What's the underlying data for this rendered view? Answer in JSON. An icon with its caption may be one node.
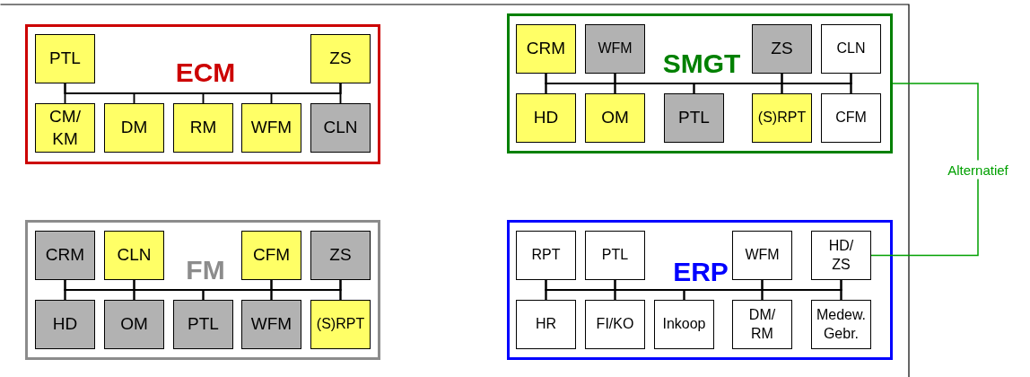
{
  "diagram": {
    "nodes": [
      {
        "text": [
          "ECM"
        ]
      },
      {
        "text": [
          "PTL"
        ],
        "in": 0
      },
      {
        "text": [
          "ZS"
        ],
        "in": 0
      },
      {
        "text": [
          "CM/ KM"
        ],
        "in": 0
      },
      {
        "text": [
          "DM"
        ],
        "in": 0
      },
      {
        "text": [
          "RM"
        ],
        "in": 0
      },
      {
        "text": [
          "WFM"
        ],
        "in": 0
      },
      {
        "text": [
          "CLN"
        ],
        "in": 0
      },
      {
        "text": [
          "SMGT"
        ]
      },
      {
        "text": [
          "CRM"
        ],
        "in": 8
      },
      {
        "text": [
          "WFM"
        ],
        "in": 8
      },
      {
        "text": [
          "ZS"
        ],
        "in": 8
      },
      {
        "text": [
          "CLN"
        ],
        "in": 8
      },
      {
        "text": [
          "HD"
        ],
        "in": 8
      },
      {
        "text": [
          "OM"
        ],
        "in": 8
      },
      {
        "text": [
          "PTL"
        ],
        "in": 8
      },
      {
        "text": [
          "(S)RPT"
        ],
        "in": 8
      },
      {
        "text": [
          "CFM"
        ],
        "in": 8
      },
      {
        "text": [
          "FM"
        ]
      },
      {
        "text": [
          "CRM"
        ],
        "in": 18
      },
      {
        "text": [
          "CLN"
        ],
        "in": 18
      },
      {
        "text": [
          "CFM"
        ],
        "in": 18
      },
      {
        "text": [
          "ZS"
        ],
        "in": 18
      },
      {
        "text": [
          "HD"
        ],
        "in": 18
      },
      {
        "text": [
          "OM"
        ],
        "in": 18
      },
      {
        "text": [
          "PTL"
        ],
        "in": 18
      },
      {
        "text": [
          "WFM"
        ],
        "in": 18
      },
      {
        "text": [
          "(S)RPT"
        ],
        "in": 18
      },
      {
        "text": [
          "ERP"
        ]
      },
      {
        "text": [
          "RPT"
        ],
        "in": 28
      },
      {
        "text": [
          "PTL"
        ],
        "in": 28
      },
      {
        "text": [
          "WFM"
        ],
        "in": 28
      },
      {
        "text": [
          "HD/ ZS"
        ],
        "in": 28
      },
      {
        "text": [
          "HR"
        ],
        "in": 28
      },
      {
        "text": [
          "FI/KO"
        ],
        "in": 28
      },
      {
        "text": [
          "Inkoop"
        ],
        "in": 28
      },
      {
        "text": [
          "DM/ RM"
        ],
        "in": 28
      },
      {
        "text": [
          "Medew. Gebr."
        ],
        "in": 28
      }
    ],
    "edges": [
      {
        "from": 1,
        "to": 3,
        "arrow": "none"
      },
      {
        "from": 1,
        "to": 4,
        "arrow": "none"
      },
      {
        "from": 1,
        "to": 5,
        "arrow": "none"
      },
      {
        "from": 1,
        "to": 6,
        "arrow": "none"
      },
      {
        "from": 1,
        "to": 7,
        "arrow": "none"
      },
      {
        "from": 2,
        "to": 3,
        "arrow": "none"
      },
      {
        "from": 2,
        "to": 4,
        "arrow": "none"
      },
      {
        "from": 2,
        "to": 5,
        "arrow": "none"
      },
      {
        "from": 2,
        "to": 6,
        "arrow": "none"
      },
      {
        "from": 2,
        "to": 7,
        "arrow": "none"
      },
      {
        "from": 9,
        "to": 13,
        "arrow": "none"
      },
      {
        "from": 9,
        "to": 14,
        "arrow": "none"
      },
      {
        "from": 9,
        "to": 15,
        "arrow": "none"
      },
      {
        "from": 9,
        "to": 16,
        "arrow": "none"
      },
      {
        "from": 9,
        "to": 17,
        "arrow": "none"
      },
      {
        "from": 10,
        "to": 13,
        "arrow": "none"
      },
      {
        "from": 10,
        "to": 14,
        "arrow": "none"
      },
      {
        "from": 10,
        "to": 15,
        "arrow": "none"
      },
      {
        "from": 10,
        "to": 16,
        "arrow": "none"
      },
      {
        "from": 10,
        "to": 17,
        "arrow": "none"
      },
      {
        "from": 11,
        "to": 13,
        "arrow": "none"
      },
      {
        "from": 11,
        "to": 14,
        "arrow": "none"
      },
      {
        "from": 11,
        "to": 15,
        "arrow": "none"
      },
      {
        "from": 11,
        "to": 16,
        "arrow": "none"
      },
      {
        "from": 11,
        "to": 17,
        "arrow": "none"
      },
      {
        "from": 12,
        "to": 13,
        "arrow": "none"
      },
      {
        "from": 12,
        "to": 14,
        "arrow": "none"
      },
      {
        "from": 12,
        "to": 15,
        "arrow": "none"
      },
      {
        "from": 12,
        "to": 16,
        "arrow": "none"
      },
      {
        "from": 12,
        "to": 17,
        "arrow": "none"
      },
      {
        "from": 19,
        "to": 23,
        "arrow": "none"
      },
      {
        "from": 19,
        "to": 24,
        "arrow": "none"
      },
      {
        "from": 19,
        "to": 25,
        "arrow": "none"
      },
      {
        "from": 19,
        "to": 26,
        "arrow": "none"
      },
      {
        "from": 19,
        "to": 27,
        "arrow": "none"
      },
      {
        "from": 20,
        "to": 23,
        "arrow": "none"
      },
      {
        "from": 20,
        "to": 24,
        "arrow": "none"
      },
      {
        "from": 20,
        "to": 25,
        "arrow": "none"
      },
      {
        "from": 20,
        "to": 26,
        "arrow": "none"
      },
      {
        "from": 20,
        "to": 27,
        "arrow": "none"
      },
      {
        "from": 21,
        "to": 23,
        "arrow": "none"
      },
      {
        "from": 21,
        "to": 24,
        "arrow": "none"
      },
      {
        "from": 21,
        "to": 25,
        "arrow": "none"
      },
      {
        "from": 21,
        "to": 26,
        "arrow": "none"
      },
      {
        "from": 21,
        "to": 27,
        "arrow": "none"
      },
      {
        "from": 22,
        "to": 23,
        "arrow": "none"
      },
      {
        "from": 22,
        "to": 24,
        "arrow": "none"
      },
      {
        "from": 22,
        "to": 25,
        "arrow": "none"
      },
      {
        "from": 22,
        "to": 26,
        "arrow": "none"
      },
      {
        "from": 22,
        "to": 27,
        "arrow": "none"
      },
      {
        "from": 29,
        "to": 33,
        "arrow": "none"
      },
      {
        "from": 29,
        "to": 34,
        "arrow": "none"
      },
      {
        "from": 29,
        "to": 35,
        "arrow": "none"
      },
      {
        "from": 29,
        "to": 36,
        "arrow": "none"
      },
      {
        "from": 29,
        "to": 37,
        "arrow": "none"
      },
      {
        "from": 30,
        "to": 33,
        "arrow": "none"
      },
      {
        "from": 30,
        "to": 34,
        "arrow": "none"
      },
      {
        "from": 30,
        "to": 35,
        "arrow": "none"
      },
      {
        "from": 30,
        "to": 36,
        "arrow": "none"
      },
      {
        "from": 30,
        "to": 37,
        "arrow": "none"
      },
      {
        "from": 31,
        "to": 33,
        "arrow": "none"
      },
      {
        "from": 31,
        "to": 34,
        "arrow": "none"
      },
      {
        "from": 31,
        "to": 35,
        "arrow": "none"
      },
      {
        "from": 31,
        "to": 36,
        "arrow": "none"
      },
      {
        "from": 31,
        "to": 37,
        "arrow": "none"
      },
      {
        "from": 32,
        "to": 33,
        "arrow": "none"
      },
      {
        "from": 32,
        "to": 34,
        "arrow": "none"
      },
      {
        "from": 32,
        "to": 35,
        "arrow": "none"
      },
      {
        "from": 32,
        "to": 36,
        "arrow": "none"
      },
      {
        "from": 32,
        "to": 37,
        "arrow": "none"
      },
      {
        "from": 8,
        "to": 32,
        "arrow": "none",
        "label": "Alternatief",
        "color": "#00a000"
      }
    ]
  }
}
